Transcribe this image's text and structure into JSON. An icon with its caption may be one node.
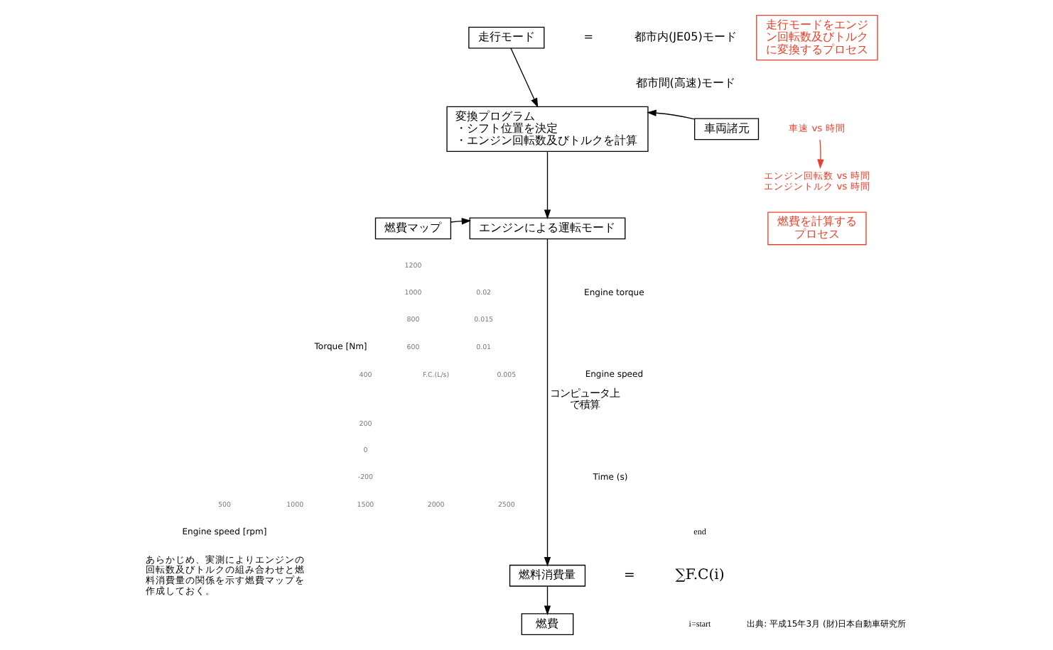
{
  "diagram": {
    "nodes": [
      {
        "text": [
          "走行モード"
        ]
      },
      {
        "text": [
          "変換プログラム",
          "・シフト位置を決定",
          "・エンジン回転数及びトルクを計算"
        ]
      },
      {
        "text": [
          "車両諸元"
        ]
      },
      {
        "text": [
          "燃費マップ"
        ]
      },
      {
        "text": [
          "エンジンによる運転モード"
        ]
      },
      {
        "text": [
          "燃料消費量"
        ]
      },
      {
        "text": [
          "燃費"
        ]
      },
      {
        "text": [
          "走行モードをエンジン回転数及びトルクに変換するプロセス"
        ]
      },
      {
        "text": [
          "車速 vs 時間"
        ]
      },
      {
        "text": [
          "エンジン回転数 vs 時間",
          "エンジントルク vs 時間"
        ]
      },
      {
        "text": [
          "燃費を計算するプロセス"
        ]
      }
    ],
    "edges": [
      {
        "from": 0,
        "to": 1,
        "arrow": "to"
      },
      {
        "from": 2,
        "to": 1,
        "arrow": "to"
      },
      {
        "from": 1,
        "to": 4,
        "arrow": "to"
      },
      {
        "from": 3,
        "to": 4,
        "arrow": "to"
      },
      {
        "from": 4,
        "to": 5,
        "arrow": "to",
        "label": "コンピュータ上で積算"
      },
      {
        "from": 5,
        "to": 6,
        "arrow": "to"
      },
      {
        "from": 8,
        "to": 9,
        "arrow": "to",
        "color": "#e8412c"
      }
    ],
    "labels": [
      "=",
      "都市内(JE05)モード",
      "都市間(高速)モード",
      "Torque [Nm]",
      "1200",
      "1000",
      "800",
      "600",
      "400",
      "200",
      "0",
      "-200",
      "0.02",
      "0.015",
      "0.01",
      "F.C.(L/s)",
      "0.005",
      "500",
      "1000",
      "1500",
      "2000",
      "2500",
      "Engine speed [rpm]",
      "Engine torque",
      "Engine speed",
      "Time (s)",
      "end",
      "=",
      "∑F.C(i)",
      "i=start",
      "あらかじめ、実測によりエンジンの回転数及びトルクの組み合わせと燃料消費量の関係を示す燃費マップを作成しておく。",
      "出典: 平成15年3月 (財)日本自動車研究所"
    ]
  }
}
